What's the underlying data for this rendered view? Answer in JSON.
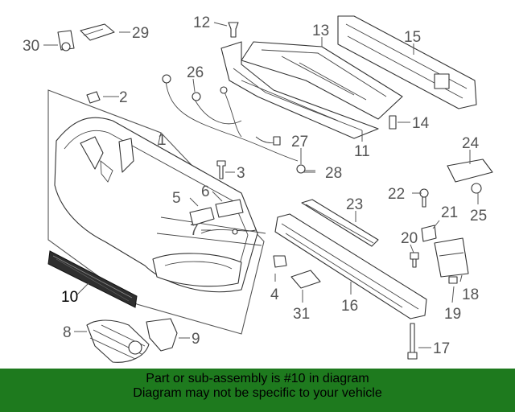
{
  "diagram": {
    "callouts": {
      "p1": "1",
      "p2": "2",
      "p3": "3",
      "p4": "4",
      "p5": "5",
      "p6": "6",
      "p7": "7",
      "p8": "8",
      "p9": "9",
      "p10": "10",
      "p11": "11",
      "p12": "12",
      "p13": "13",
      "p14": "14",
      "p15": "15",
      "p16": "16",
      "p17": "17",
      "p18": "18",
      "p19": "19",
      "p20": "20",
      "p21": "21",
      "p22": "22",
      "p23": "23",
      "p24": "24",
      "p25": "25",
      "p26": "26",
      "p27": "27",
      "p28": "28",
      "p29": "29",
      "p30": "30",
      "p31": "31"
    },
    "highlighted_part": "10",
    "highlight_color": "#1e7a1e",
    "banner_color": "#1e7a1e"
  },
  "banner": {
    "line1": "Part or sub-assembly is #10 in diagram",
    "line2": "Diagram may not be specific to your vehicle"
  }
}
